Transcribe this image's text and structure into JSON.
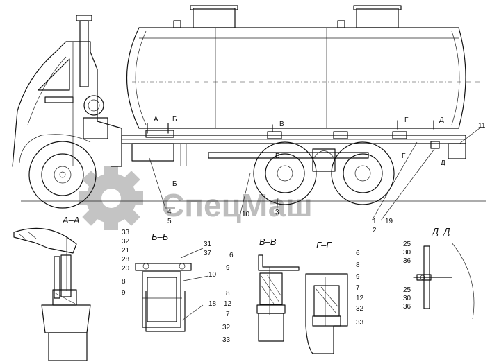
{
  "watermark": {
    "text": "СпецМаш",
    "gear_color": "#bdbdbd"
  },
  "section_marks": {
    "A": "А",
    "B": "Б",
    "V": "В",
    "G": "Г",
    "D": "Д"
  },
  "main_view_callouts": {
    "c4": "4",
    "c5": "5",
    "c10": "10",
    "c3": "3",
    "c1": "1",
    "c2": "2",
    "c19": "19",
    "c11": "11"
  },
  "section_titles": {
    "aa": "А–А",
    "bb": "Б–Б",
    "vv": "В–В",
    "gg": "Г–Г",
    "dd": "Д–Д"
  },
  "section_aa_callouts": [
    "33",
    "32",
    "21",
    "28",
    "20",
    "8",
    "9"
  ],
  "section_bb_callouts": {
    "top": "31",
    "top2": "37",
    "side": "10",
    "bottom": "18"
  },
  "section_vv_callouts": {
    "top": "6",
    "c9": "9",
    "c8": "8",
    "c12": "12",
    "c7": "7",
    "c32": "32",
    "c33": "33"
  },
  "section_gg_callouts": [
    "6",
    "8",
    "9",
    "7",
    "12",
    "32",
    "33"
  ],
  "section_dd_callouts": {
    "t1": "25",
    "t2": "30",
    "t3": "36",
    "b1": "25",
    "b2": "30",
    "b3": "36"
  }
}
